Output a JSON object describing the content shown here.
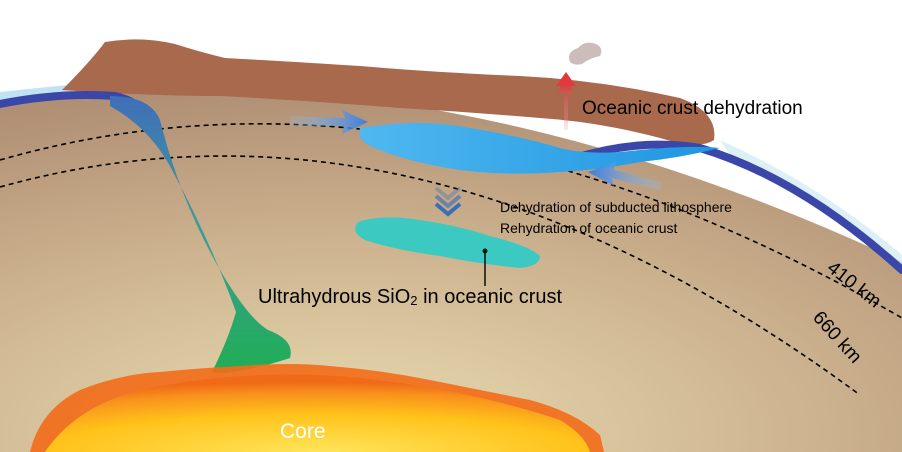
{
  "labels": {
    "crust_dehydration": "Oceanic crust dehydration",
    "dehydration_lithosphere": "Dehydration of subducted lithosphere",
    "rehydration_crust": "Rehydration of oceanic crust",
    "sio2_prefix": "Ultrahydrous SiO",
    "sio2_subscript": "2",
    "sio2_suffix": " in oceanic crust",
    "depth_410": "410 km",
    "depth_660": "660 km",
    "core": "Core"
  },
  "colors": {
    "mantle": "#cdb38f",
    "crust": "#a0654a",
    "slab": "#3a47a8",
    "water": "#2aa7e6",
    "sio2_patch": "#3cc9c2",
    "plume": "#2fa86a",
    "core_inner": "#ffd21a",
    "core_outer": "#f36b18"
  }
}
